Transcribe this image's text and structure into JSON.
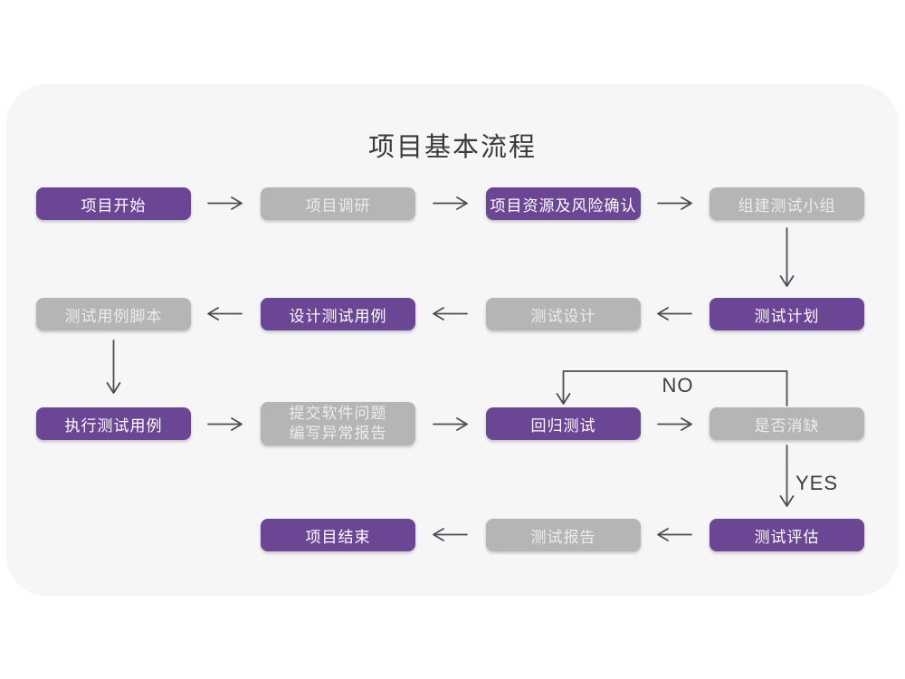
{
  "title": "项目基本流程",
  "colors": {
    "node_purple": "#6a4694",
    "node_gray": "#b5b5b5",
    "canvas": "#f6f6f7",
    "arrow": "#4c4e53",
    "title_text": "#3b3b3b",
    "node_text": "#ffffff",
    "gray_node_text": "#ececec",
    "label_text": "#3d3d40"
  },
  "flowchart": {
    "nodes": [
      {
        "label": "项目开始",
        "type": "purple"
      },
      {
        "label": "项目调研",
        "type": "gray"
      },
      {
        "label": "项目资源及风险确认",
        "type": "purple"
      },
      {
        "label": "组建测试小组",
        "type": "gray"
      },
      {
        "label": "测试计划",
        "type": "purple"
      },
      {
        "label": "测试设计",
        "type": "gray"
      },
      {
        "label": "设计测试用例",
        "type": "purple"
      },
      {
        "label": "测试用例脚本",
        "type": "gray"
      },
      {
        "label": "执行测试用例",
        "type": "purple"
      },
      {
        "lines": [
          "提交软件问题",
          "编写异常报告"
        ],
        "type": "gray"
      },
      {
        "label": "回归测试",
        "type": "purple"
      },
      {
        "label": "是否消缺",
        "type": "gray"
      },
      {
        "label": "测试评估",
        "type": "purple"
      },
      {
        "label": "测试报告",
        "type": "gray"
      },
      {
        "label": "项目结束",
        "type": "purple"
      }
    ],
    "decision_labels": {
      "no": "NO",
      "yes": "YES"
    }
  }
}
